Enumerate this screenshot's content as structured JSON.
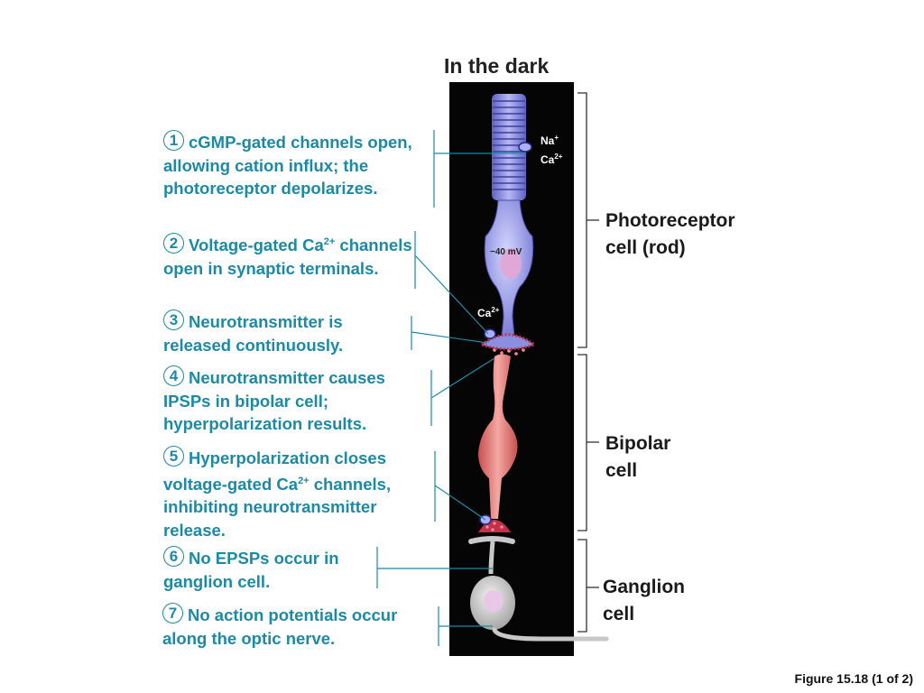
{
  "title": "In the dark",
  "steps": [
    {
      "num": "1",
      "text": "cGMP-gated channels open, allowing cation influx; the photoreceptor depolarizes."
    },
    {
      "num": "2",
      "pre": "Voltage-gated Ca",
      "sup": "2+",
      "post": " channels open in synaptic terminals."
    },
    {
      "num": "3",
      "text": "Neurotransmitter is released continuously."
    },
    {
      "num": "4",
      "text": "Neurotransmitter causes IPSPs in bipolar cell; hyperpolarization results."
    },
    {
      "num": "5",
      "pre": "Hyperpolarization closes voltage-gated Ca",
      "sup": "2+",
      "post": " channels, inhibiting neurotransmitter release."
    },
    {
      "num": "6",
      "text": "No EPSPs occur in ganglion cell."
    },
    {
      "num": "7",
      "text": "No action potentials occur along the optic nerve."
    }
  ],
  "ions": {
    "na": "Na",
    "na_sup": "+",
    "ca": "Ca",
    "ca_sup": "2+",
    "ca_synapse": "Ca",
    "ca_synapse_sup": "2+",
    "membrane_potential": "−40 mV"
  },
  "regions": {
    "photoreceptor": "Photoreceptor cell (rod)",
    "bipolar": "Bipolar cell",
    "ganglion": "Ganglion cell"
  },
  "caption": "Figure 15.18 (1 of 2)",
  "colors": {
    "step_text": "#1c8aa6",
    "panel_bg": "#050505",
    "rod": "#8c8ee0",
    "bipolar": "#e87b78",
    "ganglion": "#d7d7d7",
    "bracket": "#333333"
  }
}
